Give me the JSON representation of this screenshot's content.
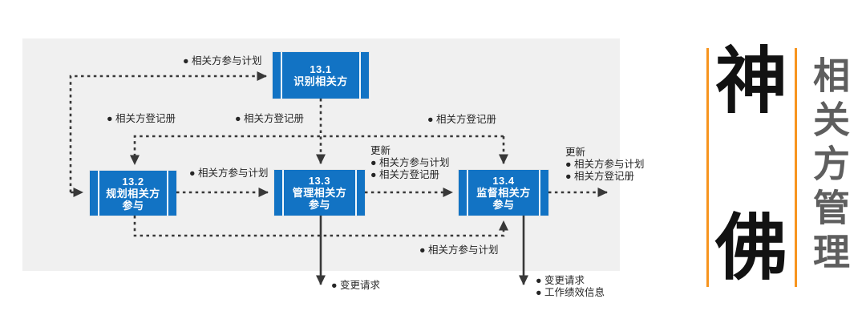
{
  "colors": {
    "node_blue": "#1273c4",
    "panel_gray": "#f0f0f0",
    "arrow_dark": "#383838",
    "accent_orange": "#f7941e",
    "brand_black": "#121212",
    "title_gray": "#5e5e5e",
    "label_dark": "#262626"
  },
  "diagram": {
    "nodes": [
      {
        "number": "13.1",
        "name": "识别相关方",
        "lines": [
          "13.1",
          "识别相关方"
        ]
      },
      {
        "number": "13.2",
        "name": "规划相关方参与",
        "lines": [
          "13.2",
          "规划相关方",
          "参与"
        ]
      },
      {
        "number": "13.3",
        "name": "管理相关方参与",
        "lines": [
          "13.3",
          "管理相关方",
          "参与"
        ]
      },
      {
        "number": "13.4",
        "name": "监督相关方参与",
        "lines": [
          "13.4",
          "监督相关方",
          "参与"
        ]
      }
    ],
    "labels": {
      "engagement_plan_top": "● 相关方参与计划",
      "register_left": "● 相关方登记册",
      "register_mid": "● 相关方登记册",
      "register_right": "● 相关方登记册",
      "engagement_plan_mid": "● 相关方参与计划",
      "updates_mid": {
        "title": "更新",
        "lines": [
          "● 相关方参与计划",
          "● 相关方登记册"
        ]
      },
      "updates_right": {
        "title": "更新",
        "lines": [
          "● 相关方参与计划",
          "● 相关方登记册"
        ]
      },
      "engagement_plan_bottom": "● 相关方参与计划",
      "change_request": "● 变更请求",
      "outputs_right": {
        "lines": [
          "● 变更请求",
          "● 工作绩效信息"
        ]
      }
    }
  },
  "sidebar": {
    "brand_chars": [
      "神",
      "佛"
    ],
    "vertical_title": "相关方管理"
  }
}
